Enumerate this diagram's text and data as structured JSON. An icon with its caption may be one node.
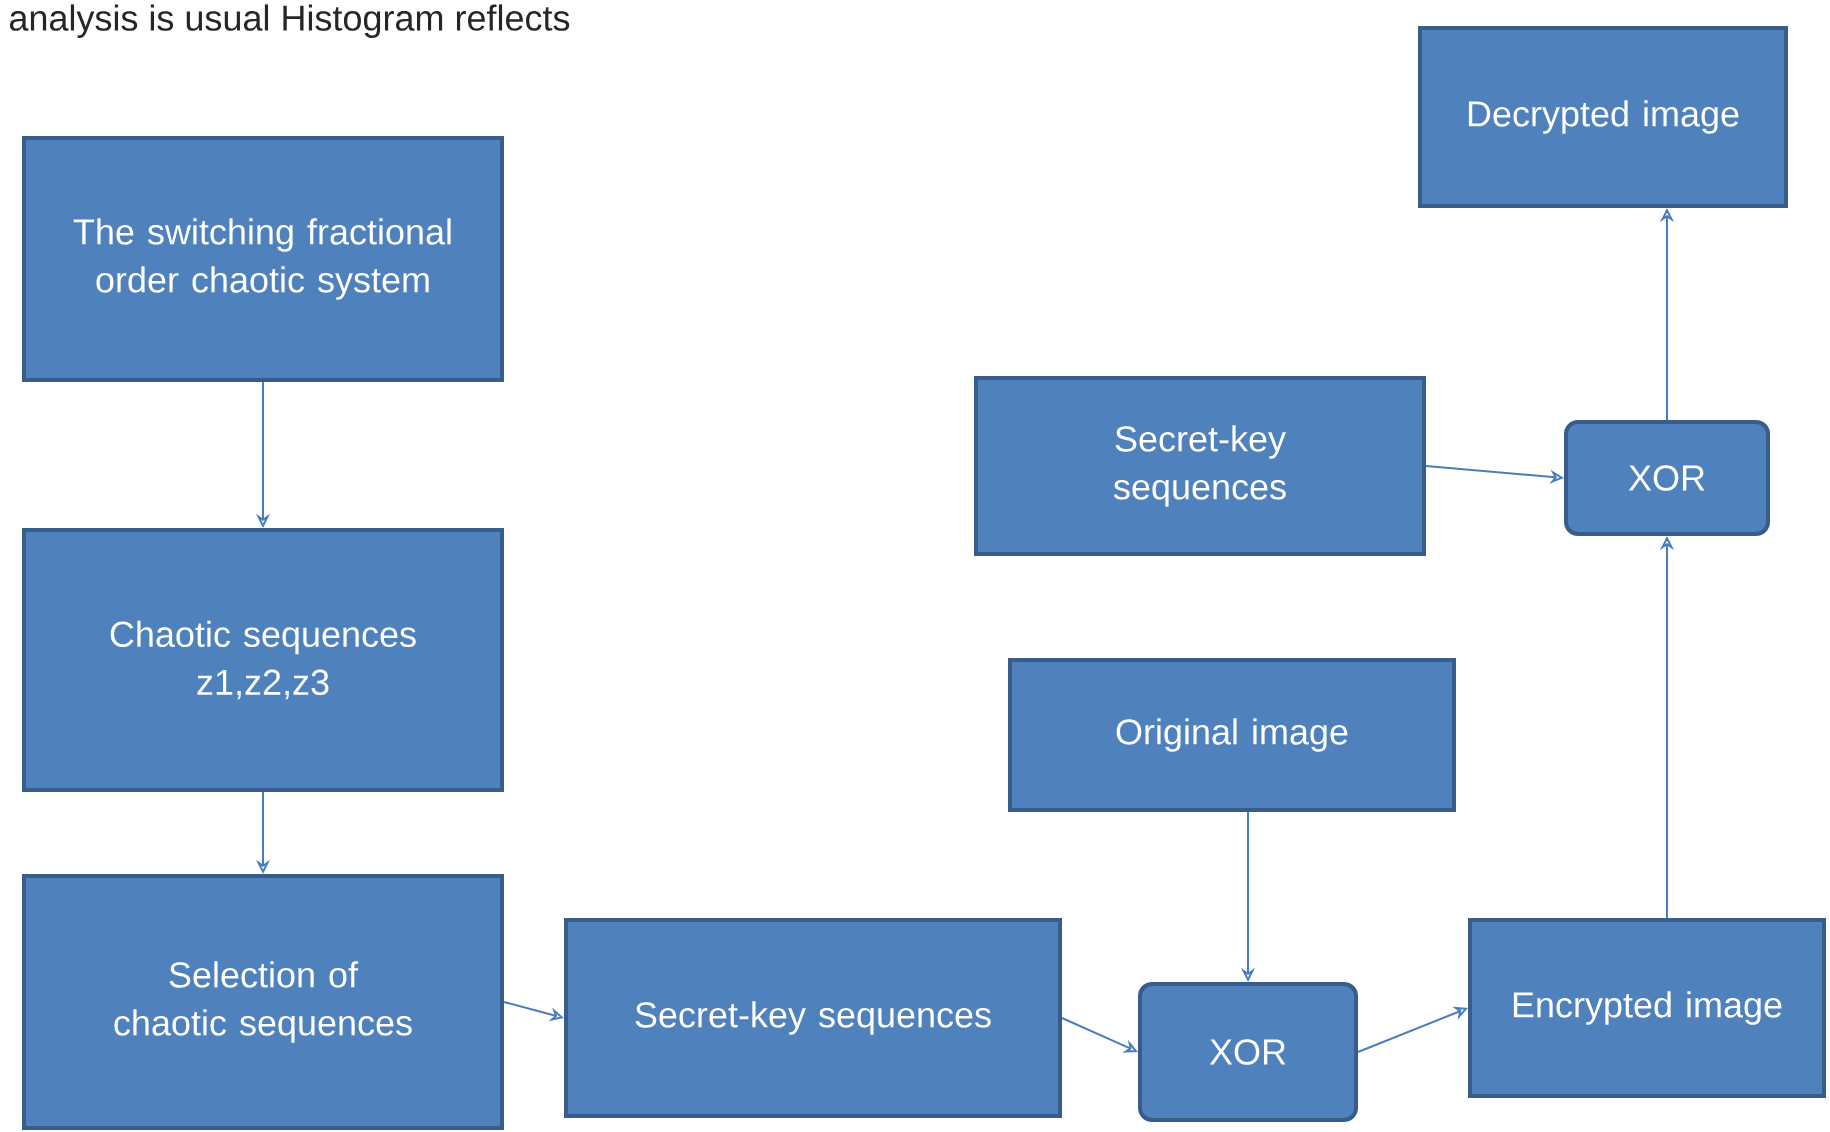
{
  "diagram": {
    "nodes": [
      {
        "text": [
          "The switching fractional order chaotic system"
        ]
      },
      {
        "text": [
          "Chaotic sequences z1,z2,z3"
        ]
      },
      {
        "text": [
          "Selection of chaotic sequences"
        ]
      },
      {
        "text": [
          "Secret-key sequences"
        ]
      },
      {
        "text": [
          "XOR"
        ]
      },
      {
        "text": [
          "Original image"
        ]
      },
      {
        "text": [
          "Encrypted image"
        ]
      },
      {
        "text": [
          "Secret-key sequences"
        ]
      },
      {
        "text": [
          "XOR"
        ]
      },
      {
        "text": [
          "Decrypted image"
        ]
      }
    ],
    "edges": [
      {
        "from": 0,
        "to": 1,
        "arrow": "to"
      },
      {
        "from": 1,
        "to": 2,
        "arrow": "to"
      },
      {
        "from": 2,
        "to": 3,
        "arrow": "to"
      },
      {
        "from": 3,
        "to": 4,
        "arrow": "to"
      },
      {
        "from": 5,
        "to": 4,
        "arrow": "to"
      },
      {
        "from": 4,
        "to": 6,
        "arrow": "to"
      },
      {
        "from": 6,
        "to": 8,
        "arrow": "to"
      },
      {
        "from": 7,
        "to": 8,
        "arrow": "to"
      },
      {
        "from": 8,
        "to": 9,
        "arrow": "to"
      }
    ],
    "labels": [
      "analysis is usual Histogram reflects"
    ]
  }
}
